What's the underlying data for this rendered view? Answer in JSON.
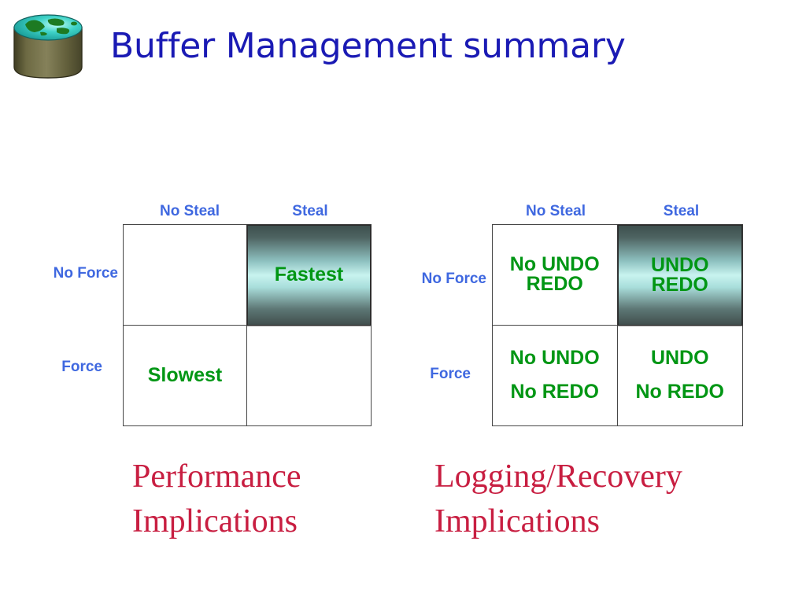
{
  "slide": {
    "title": "Buffer Management summary",
    "title_color": "#1a1ab4",
    "icon": "database-globe-icon"
  },
  "palette": {
    "heading_blue": "#1a1ab4",
    "label_blue": "#3f68e0",
    "cell_green": "#009614",
    "caption_red": "#c81e41",
    "border_gray": "#464646",
    "highlight_dark": "#3d4f4d",
    "highlight_light": "#c8f3ef"
  },
  "matrices": [
    {
      "id": "performance",
      "caption": "Performance\nImplications",
      "columns": [
        "No Steal",
        "Steal"
      ],
      "rows": [
        "No Force",
        "Force"
      ],
      "cells": [
        [
          {
            "text": "",
            "highlight": false
          },
          {
            "text": "Fastest",
            "highlight": true
          }
        ],
        [
          {
            "text": "Slowest",
            "highlight": false
          },
          {
            "text": "",
            "highlight": false
          }
        ]
      ]
    },
    {
      "id": "logging",
      "caption": "Logging/Recovery\nImplications",
      "columns": [
        "No Steal",
        "Steal"
      ],
      "rows": [
        "No Force",
        "Force"
      ],
      "cells": [
        [
          {
            "text": "No UNDO\nREDO",
            "highlight": false
          },
          {
            "text": "UNDO\nREDO",
            "highlight": true
          }
        ],
        [
          {
            "text": "No UNDO\nNo REDO",
            "highlight": false
          },
          {
            "text": "UNDO\nNo REDO",
            "highlight": false
          }
        ]
      ]
    }
  ]
}
